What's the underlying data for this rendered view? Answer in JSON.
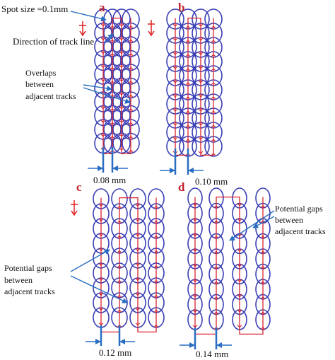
{
  "panels": {
    "a": {
      "letter": "a",
      "spacing": "0.08 mm"
    },
    "b": {
      "letter": "b",
      "spacing": "0.10 mm"
    },
    "c": {
      "letter": "c",
      "spacing": "0.12 mm"
    },
    "d": {
      "letter": "d",
      "spacing": "0.14 mm"
    }
  },
  "annotations": {
    "spot_size": "Spot size =0.1mm",
    "direction": "Direction of track line",
    "overlaps": [
      "Overlaps",
      "between",
      "adjacent tracks"
    ],
    "gaps_c": [
      "Potential gaps",
      "between",
      "adjacent tracks"
    ],
    "gaps_d": [
      "Potential gaps",
      "between",
      "adjacent tracks"
    ]
  },
  "colors": {
    "ellipse": "#3a3fb5",
    "track_path": "#d9232d",
    "arrow": "#2a6ec2",
    "direction_arrow": "#e02020"
  }
}
